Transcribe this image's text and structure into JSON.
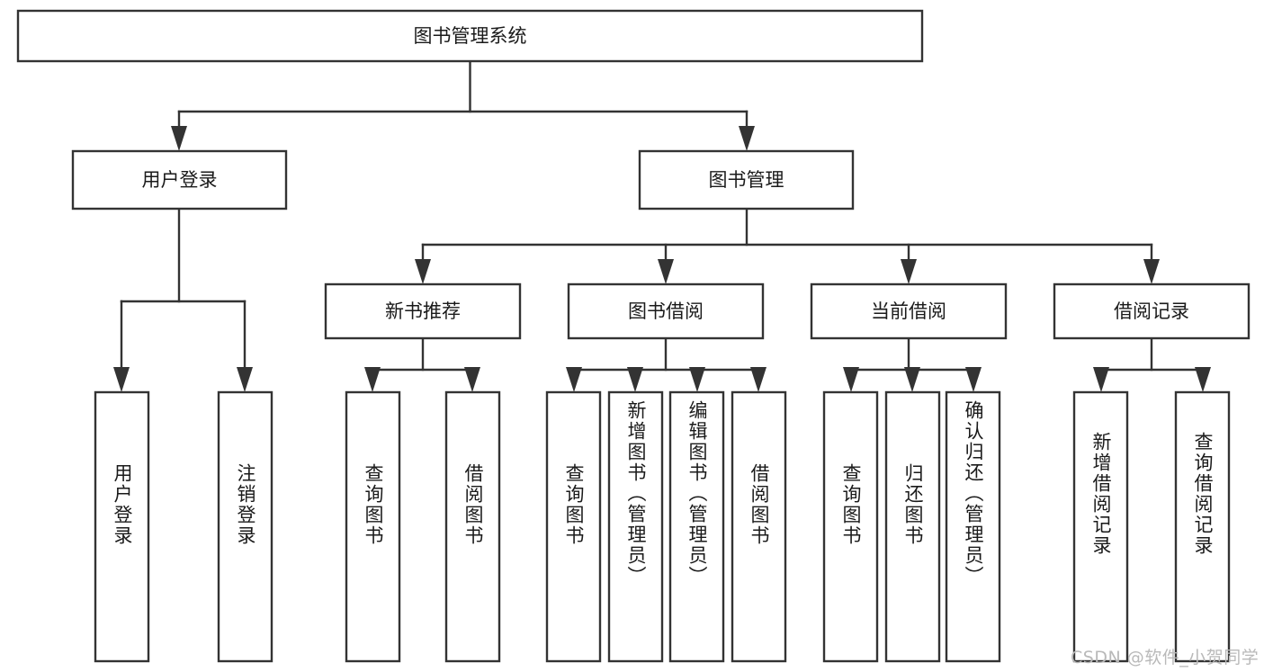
{
  "diagram": {
    "type": "tree",
    "title": "图书管理系统",
    "root": {
      "id": "root",
      "label": "图书管理系统",
      "orientation": "horizontal"
    },
    "level2": [
      {
        "id": "user-login",
        "label": "用户登录",
        "orientation": "horizontal"
      },
      {
        "id": "book-management",
        "label": "图书管理",
        "orientation": "horizontal"
      }
    ],
    "level3": [
      {
        "id": "new-book-recommend",
        "label": "新书推荐",
        "orientation": "horizontal",
        "parent": "book-management"
      },
      {
        "id": "book-borrow",
        "label": "图书借阅",
        "orientation": "horizontal",
        "parent": "book-management"
      },
      {
        "id": "current-borrow",
        "label": "当前借阅",
        "orientation": "horizontal",
        "parent": "book-management"
      },
      {
        "id": "borrow-record",
        "label": "借阅记录",
        "orientation": "horizontal",
        "parent": "book-management"
      }
    ],
    "leaves": [
      {
        "id": "leaf-user-login",
        "label": "用户登录",
        "orientation": "vertical",
        "parent": "user-login"
      },
      {
        "id": "leaf-user-logout",
        "label": "注销登录",
        "orientation": "vertical",
        "parent": "user-login"
      },
      {
        "id": "leaf-query-book-1",
        "label": "查询图书",
        "orientation": "vertical",
        "parent": "new-book-recommend"
      },
      {
        "id": "leaf-borrow-book-1",
        "label": "借阅图书",
        "orientation": "vertical",
        "parent": "new-book-recommend"
      },
      {
        "id": "leaf-query-book-2",
        "label": "查询图书",
        "orientation": "vertical",
        "parent": "book-borrow"
      },
      {
        "id": "leaf-add-book",
        "label": "新增图书（管理员）",
        "orientation": "vertical",
        "parent": "book-borrow"
      },
      {
        "id": "leaf-edit-book",
        "label": "编辑图书（管理员）",
        "orientation": "vertical",
        "parent": "book-borrow"
      },
      {
        "id": "leaf-borrow-book-2",
        "label": "借阅图书",
        "orientation": "vertical",
        "parent": "book-borrow"
      },
      {
        "id": "leaf-query-book-3",
        "label": "查询图书",
        "orientation": "vertical",
        "parent": "current-borrow"
      },
      {
        "id": "leaf-return-book",
        "label": "归还图书",
        "orientation": "vertical",
        "parent": "current-borrow"
      },
      {
        "id": "leaf-confirm-return",
        "label": "确认归还（管理员）",
        "orientation": "vertical",
        "parent": "current-borrow"
      },
      {
        "id": "leaf-add-record",
        "label": "新增借阅记录",
        "orientation": "vertical",
        "parent": "borrow-record"
      },
      {
        "id": "leaf-query-record",
        "label": "查询借阅记录",
        "orientation": "vertical",
        "parent": "borrow-record"
      }
    ],
    "colors": {
      "box_stroke": "#333333",
      "box_fill": "#ffffff",
      "text": "#1a1a1a",
      "background": "#ffffff",
      "watermark": "#b9b9b9"
    }
  },
  "watermark": {
    "text": "CSDN @软件_小贺同学"
  }
}
